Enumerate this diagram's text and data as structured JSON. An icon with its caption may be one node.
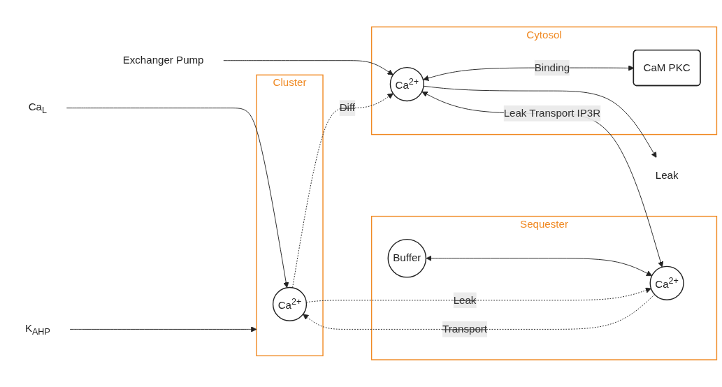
{
  "diagram": {
    "nodes": [
      {
        "text": [
          "Cluster"
        ]
      },
      {
        "text": [
          "K$_{AHP}$"
        ]
      },
      {
        "text": [
          "Ca$_{L}$"
        ]
      },
      {
        "text": [
          "Ca$^{2+}$"
        ],
        "in": 0
      },
      {
        "text": [
          "Sequester"
        ]
      },
      {
        "text": [
          "Buffer"
        ],
        "in": 4
      },
      {
        "text": [
          "Ca$^{2+}$"
        ],
        "in": 4
      },
      {
        "text": [
          "Cytosol"
        ]
      },
      {
        "text": [
          "Ca$^{2+}$"
        ],
        "in": 7
      },
      {
        "text": [
          "CaM PKC"
        ],
        "in": 7
      },
      {
        "text": [
          "Leak"
        ]
      },
      {
        "text": [
          "Exchanger Pump"
        ]
      }
    ],
    "edges": [
      {
        "from": 1,
        "to": 0,
        "arrow": "to"
      },
      {
        "from": 2,
        "to": 3,
        "arrow": "to"
      },
      {
        "from": 3,
        "to": 8,
        "arrow": "to",
        "label": "Diff",
        "style": "dashed"
      },
      {
        "from": 3,
        "to": 6,
        "arrow": "to",
        "label": "Leak",
        "style": "dashed"
      },
      {
        "from": 6,
        "to": 3,
        "arrow": "to",
        "label": "Transport",
        "style": "dashed"
      },
      {
        "from": 8,
        "to": 9,
        "arrow": "both",
        "label": "Binding"
      },
      {
        "from": 5,
        "to": 6,
        "arrow": "both"
      },
      {
        "from": 8,
        "to": 10,
        "arrow": "to"
      },
      {
        "from": 11,
        "to": 8,
        "arrow": "to"
      },
      {
        "from": 8,
        "to": 6,
        "arrow": "both",
        "label": "Leak Transport IP3R"
      }
    ]
  }
}
